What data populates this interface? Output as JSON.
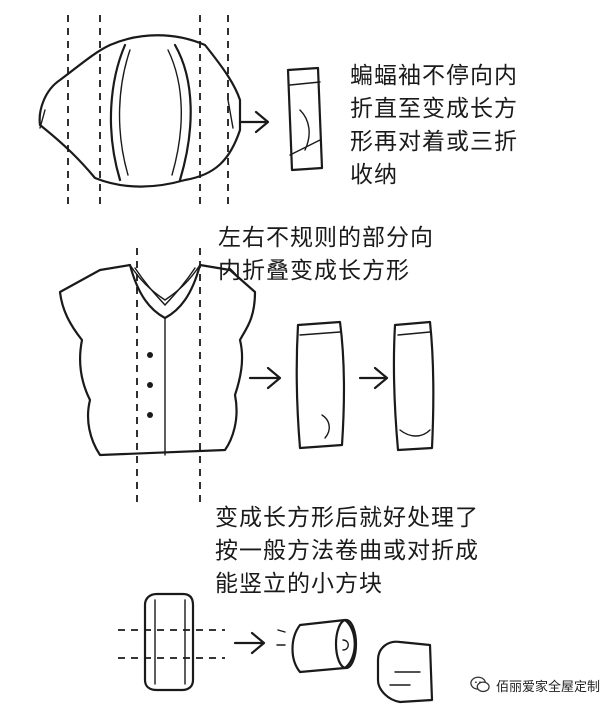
{
  "steps": [
    {
      "caption": "蝙蝠袖不停向内\n折直至变成长方\n形再对着或三折\n收纳"
    },
    {
      "caption": "左右不规则的部分向\n内折叠变成长方形"
    },
    {
      "caption": "变成长方形后就好处理了\n按一般方法卷曲或对折成\n能竖立的小方块"
    }
  ],
  "watermark": {
    "text": "佰丽爱家全屋定制"
  },
  "icons": {
    "arrow": "right-arrow-icon",
    "logo": "wechat-icon"
  }
}
